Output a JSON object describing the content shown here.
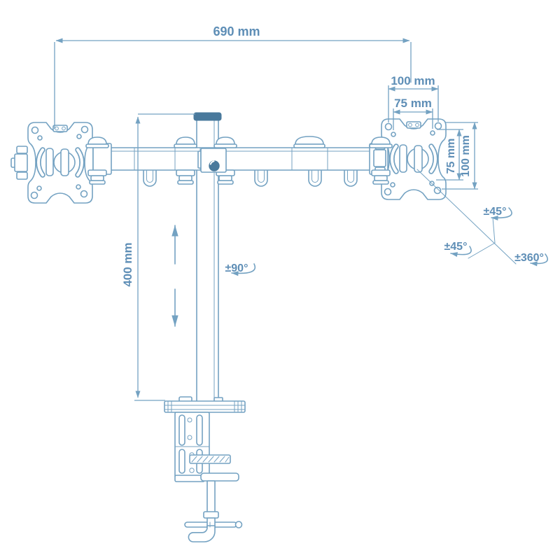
{
  "figure": {
    "type": "technical-line-drawing",
    "subject": "Dual monitor desk mount arm — dimension diagram",
    "colors": {
      "line": "#74a2c2",
      "text": "#5e8eb6",
      "dark": "#49799c",
      "background": "#ffffff"
    },
    "dimensions": {
      "arm_span": "690 mm",
      "vesa_outer_width": "100 mm",
      "vesa_inner_width": "75 mm",
      "vesa_inner_height": "75 mm",
      "vesa_outer_height": "100 mm",
      "pole_height": "400 mm"
    },
    "rotations": {
      "pole_swivel": "±90°",
      "arm_tilt_upper": "±45°",
      "arm_tilt_lower": "±45°",
      "monitor_rotation": "±360°"
    }
  }
}
